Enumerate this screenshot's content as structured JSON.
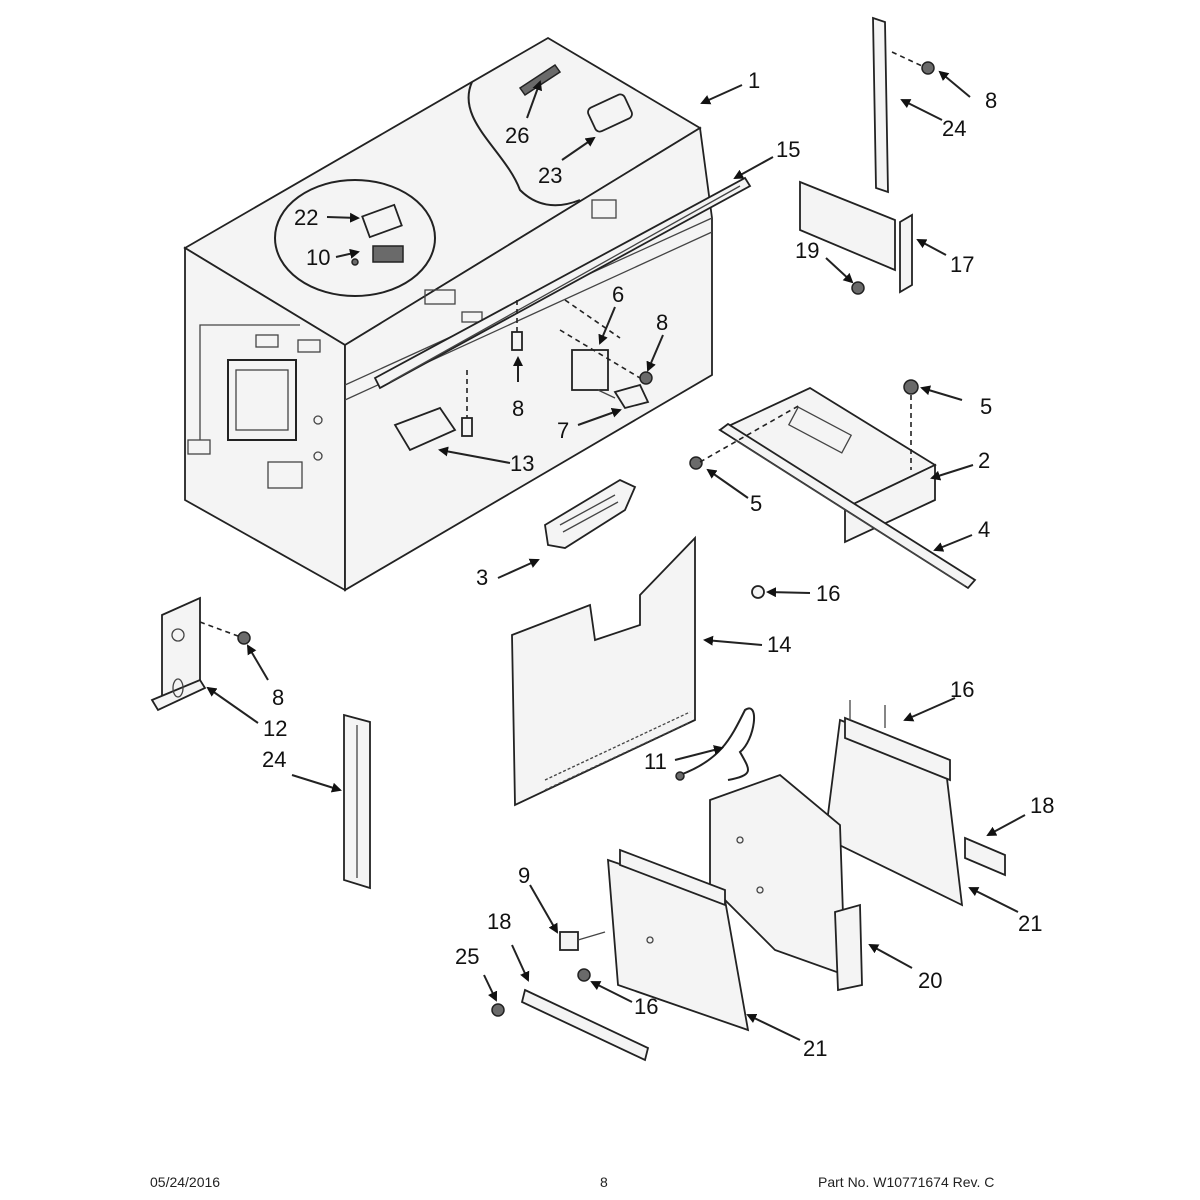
{
  "callouts": [
    {
      "id": "c1",
      "label": "1"
    },
    {
      "id": "c2",
      "label": "2"
    },
    {
      "id": "c3",
      "label": "3"
    },
    {
      "id": "c4",
      "label": "4"
    },
    {
      "id": "c5a",
      "label": "5"
    },
    {
      "id": "c5b",
      "label": "5"
    },
    {
      "id": "c6",
      "label": "6"
    },
    {
      "id": "c7",
      "label": "7"
    },
    {
      "id": "c8a",
      "label": "8"
    },
    {
      "id": "c8b",
      "label": "8"
    },
    {
      "id": "c8c",
      "label": "8"
    },
    {
      "id": "c8d",
      "label": "8"
    },
    {
      "id": "c9",
      "label": "9"
    },
    {
      "id": "c10",
      "label": "10"
    },
    {
      "id": "c11",
      "label": "11"
    },
    {
      "id": "c12",
      "label": "12"
    },
    {
      "id": "c13",
      "label": "13"
    },
    {
      "id": "c14",
      "label": "14"
    },
    {
      "id": "c15",
      "label": "15"
    },
    {
      "id": "c16a",
      "label": "16"
    },
    {
      "id": "c16b",
      "label": "16"
    },
    {
      "id": "c16c",
      "label": "16"
    },
    {
      "id": "c17",
      "label": "17"
    },
    {
      "id": "c18a",
      "label": "18"
    },
    {
      "id": "c18b",
      "label": "18"
    },
    {
      "id": "c19",
      "label": "19"
    },
    {
      "id": "c20",
      "label": "20"
    },
    {
      "id": "c21a",
      "label": "21"
    },
    {
      "id": "c21b",
      "label": "21"
    },
    {
      "id": "c22",
      "label": "22"
    },
    {
      "id": "c23",
      "label": "23"
    },
    {
      "id": "c24a",
      "label": "24"
    },
    {
      "id": "c24b",
      "label": "24"
    },
    {
      "id": "c25",
      "label": "25"
    },
    {
      "id": "c26",
      "label": "26"
    }
  ],
  "footer": {
    "date": "05/24/2016",
    "page": "8",
    "part": "Part No.  W10771674   Rev.  C"
  }
}
